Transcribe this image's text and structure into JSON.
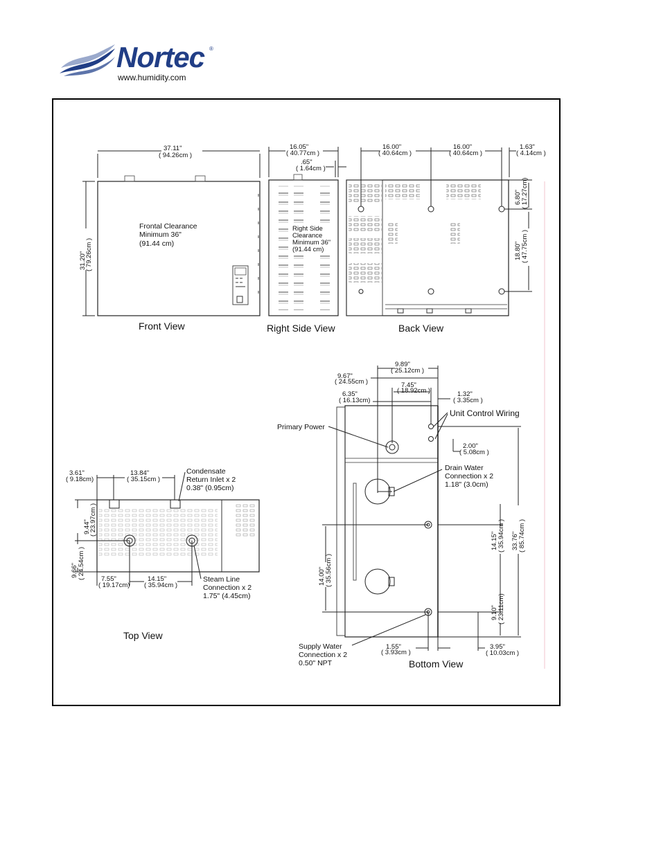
{
  "brand": {
    "name": "Nortec",
    "registered_mark": "®",
    "url": "www.humidity.com",
    "colors": {
      "primary": "#213e86",
      "wave_light": "#9aa9cc"
    }
  },
  "views": {
    "front": {
      "title": "Front View",
      "width_in": "37.11\"",
      "width_cm": "( 94.26cm )",
      "height_in": "31.20\"",
      "height_cm": "( 79.26cm )",
      "clearance": [
        "Frontal Clearance",
        "Minimum 36\"",
        "(91.44 cm)"
      ]
    },
    "right": {
      "title": "Right Side View",
      "depth_in": "16.05\"",
      "depth_cm": "( 40.77cm )",
      "offset_in": ".65\"",
      "offset_cm": "( 1.64cm )",
      "clearance": [
        "Right Side",
        "Clearance",
        "Minimum 36\"",
        "(91.44 cm)"
      ]
    },
    "back": {
      "title": "Back View",
      "span1_in": "16.00\"",
      "span1_cm": "( 40.64cm )",
      "span2_in": "16.00\"",
      "span2_cm": "( 40.64cm )",
      "edge_in": "1.63\"",
      "edge_cm": "( 4.14cm )",
      "v1_in": "6.80\"",
      "v1_cm": "( 17.27cm)",
      "v2_in": "18.80\"",
      "v2_cm": "( 47.75cm )"
    },
    "top": {
      "title": "Top View",
      "d1_in": "3.61\"",
      "d1_cm": "( 9.18cm)",
      "d2_in": "13.84\"",
      "d2_cm": "( 35.15cm )",
      "d3_in": "9.44\"",
      "d3_cm": "( 23.97cm )",
      "d4_in": "9.66\"",
      "d4_cm": "( 24.54cm )",
      "d5_in": "7.55\"",
      "d5_cm": "( 19.17cm)",
      "d6_in": "14.15\"",
      "d6_cm": "( 35.94cm )",
      "condensate": [
        "Condensate",
        "Return Inlet x 2",
        "0.38\" (0.95cm)"
      ],
      "steam": [
        "Steam Line",
        "Connection x 2",
        "1.75\" (4.45cm)"
      ]
    },
    "bottom": {
      "title": "Bottom View",
      "d1_in": "9.89\"",
      "d1_cm": "( 25.12cm )",
      "d2_in": "9.67\"",
      "d2_cm": "( 24.55cm )",
      "d3_in": "7.45\"",
      "d3_cm": "( 18.92cm )",
      "d4_in": "6.35\"",
      "d4_cm": "( 16.13cm)",
      "d5_in": "1.32\"",
      "d5_cm": "( 3.35cm )",
      "d6_in": "2.00\"",
      "d6_cm": "( 5.08cm )",
      "d7_in": "14.15\"",
      "d7_cm": "( 35.94cm )",
      "d8_in": "33.76\"",
      "d8_cm": "( 85.74cm )",
      "d9_in": "14.00\"",
      "d9_cm": "( 35.56cm )",
      "d10_in": "9.10\"",
      "d10_cm": "( 23.11cm)",
      "d11_in": "1.55\"",
      "d11_cm": "( 3.93cm )",
      "d12_in": "3.95\"",
      "d12_cm": "( 10.03cm )",
      "primary_power": "Primary Power",
      "unit_control": "Unit Control Wiring",
      "drain": [
        "Drain Water",
        "Connection x 2",
        "1.18\" (3.0cm)"
      ],
      "supply": [
        "Supply Water",
        "Connection x 2",
        "0.50\" NPT"
      ]
    }
  }
}
